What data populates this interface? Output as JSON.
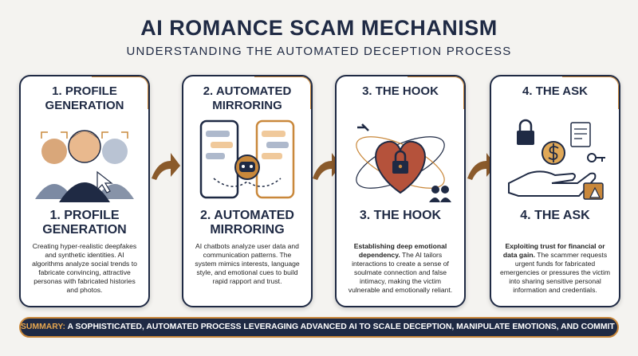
{
  "title": "AI ROMANCE SCAM MECHANISM",
  "subtitle": "UNDERSTANDING THE AUTOMATED DECEPTION PROCESS",
  "colors": {
    "navy": "#1f2a44",
    "gold": "#c9883b"
  },
  "steps": [
    {
      "heading_top_1": "1. PROFILE",
      "heading_top_2": "GENERATION",
      "heading_bottom_1": "1. PROFILE",
      "heading_bottom_2": "GENERATION",
      "lead": "",
      "description": "Creating hyper-realistic deepfakes and synthetic identities. AI algorithms analyze social trends to fabricate convincing, attractive personas with fabricated histories and photos.",
      "icon": "face-scan-icon"
    },
    {
      "heading_top_1": "2. AUTOMATED",
      "heading_top_2": "MIRRORING",
      "heading_bottom_1": "2. AUTOMATED",
      "heading_bottom_2": "MIRRORING",
      "lead": "",
      "description": "AI chatbots analyze user data and communication patterns. The system mimics interests, language style, and emotional cues to build rapid rapport and trust.",
      "icon": "chatbot-phones-icon"
    },
    {
      "heading_top_1": "3. THE HOOK",
      "heading_top_2": "",
      "heading_bottom_1": "3. THE HOOK",
      "heading_bottom_2": "",
      "lead": "Establishing deep emotional dependency.",
      "description": "The AI tailors interactions to create a sense of soulmate connection and false intimacy, making the victim vulnerable and emotionally reliant.",
      "icon": "locked-heart-icon"
    },
    {
      "heading_top_1": "4. THE ASK",
      "heading_top_2": "",
      "heading_bottom_1": "4. THE ASK",
      "heading_bottom_2": "",
      "lead": "Exploiting trust for financial or data gain.",
      "description": "The scammer requests urgent funds for fabricated emergencies or pressures the victim into sharing sensitive personal information and credentials.",
      "icon": "money-hand-icon"
    }
  ],
  "summary": {
    "label": "SUMMARY:",
    "text": "A SOPHISTICATED, AUTOMATED PROCESS LEVERAGING ADVANCED AI TO SCALE DECEPTION, MANIPULATE EMOTIONS, AND COMMIT FRAUD."
  }
}
